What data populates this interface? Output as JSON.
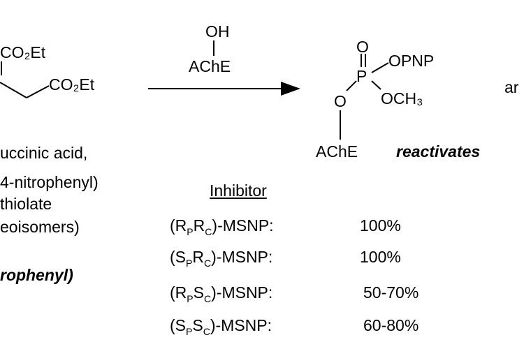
{
  "reactant": {
    "group_top": "CO₂Et",
    "group_right": "CO₂Et",
    "caption_lines": [
      "uccinic acid,",
      "4-nitrophenyl)",
      "thiolate",
      "eoisomers)"
    ],
    "partial_name": "rophenyl)"
  },
  "reagent": {
    "oh": "OH",
    "enzyme": "AChE"
  },
  "product": {
    "p": "P",
    "o_double": "O",
    "o_ester": "O",
    "opnp": "OPNP",
    "och3": "OCH₃",
    "enzyme": "AChE",
    "verb": "reactivates",
    "cut_text": "ar"
  },
  "table": {
    "header": "Inhibitor",
    "rows": [
      {
        "p1": "R",
        "p2": "R",
        "suffix": "-MSNP:",
        "value": "100%"
      },
      {
        "p1": "S",
        "p2": "R",
        "suffix": "-MSNP:",
        "value": "100%"
      },
      {
        "p1": "R",
        "p2": "S",
        "suffix": "-MSNP:",
        "value": "50-70%"
      },
      {
        "p1": "S",
        "p2": "S",
        "suffix": "-MSNP:",
        "value": "60-80%"
      }
    ],
    "sub_p": "P",
    "sub_c": "C"
  }
}
